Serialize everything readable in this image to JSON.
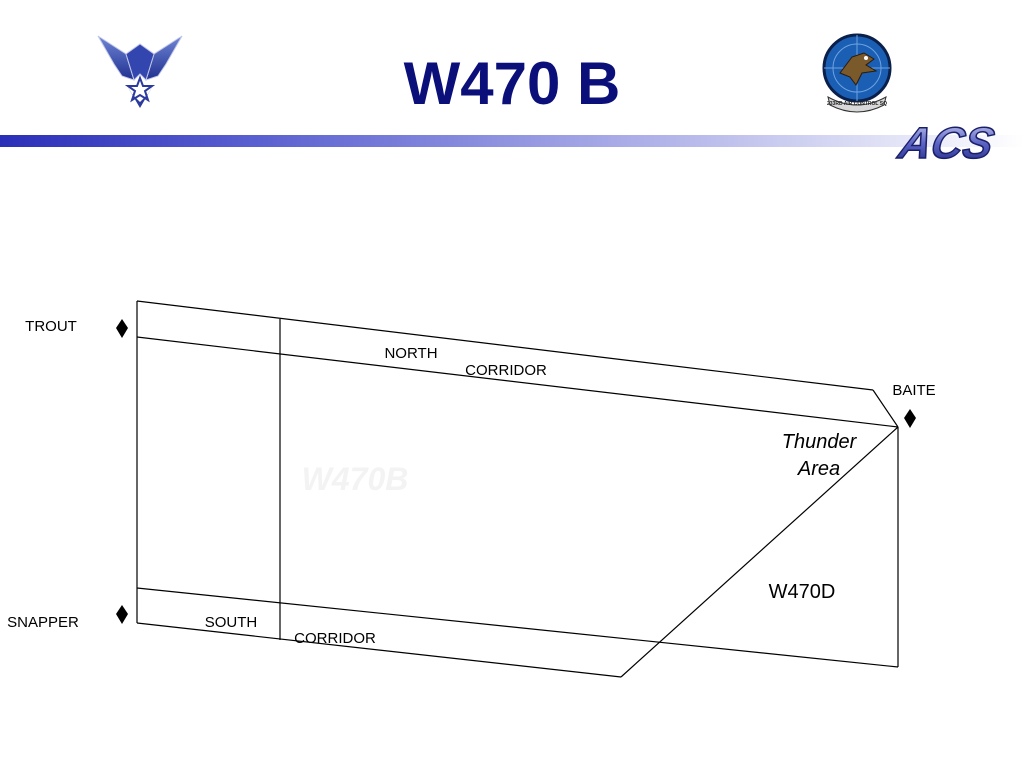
{
  "slide": {
    "title": "W470 B"
  },
  "logos": {
    "left": "air-force-wings-logo",
    "right_seal": "air-control-squadron-patch",
    "right_seal_text": "233RD AIR CONTROL SQ",
    "wordmark": "ACS"
  },
  "diagram": {
    "points": {
      "trout": "TROUT",
      "snapper": "SNAPPER",
      "baite": "BAITE"
    },
    "corridors": {
      "north_1": "NORTH",
      "north_2": "CORRIDOR",
      "south_1": "SOUTH",
      "south_2": "CORRIDOR"
    },
    "thunder_1": "Thunder",
    "thunder_2": "Area",
    "w470d": "W470D",
    "watermark": "W470B"
  },
  "colors": {
    "title": "#0b0f7a",
    "rule_start": "#2a2fb8",
    "rule_end": "#ffffff",
    "line": "#000000"
  }
}
